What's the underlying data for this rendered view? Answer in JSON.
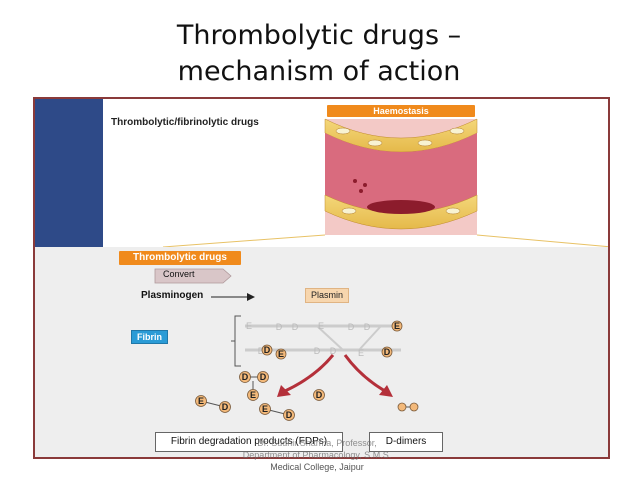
{
  "slide": {
    "title_line1": "Thrombolytic drugs –",
    "title_line2": "mechanism of action"
  },
  "figure": {
    "heading": "Thrombolytic/fibrinolytic drugs",
    "haemostasis_tag": "Haemostasis",
    "thrombolytic_tag": "Thrombolytic drugs",
    "convert_label": "Convert",
    "plasminogen_label": "Plasminogen",
    "plasmin_label": "Plasmin",
    "fibrin_label": "Fibrin",
    "fdp_label": "Fibrin degradation products (FDPs)",
    "ddimers_label": "D-dimers",
    "letter_d": "D",
    "letter_e": "E"
  },
  "footer": {
    "line1": "Dr. Sudhir Sharma, Professor,",
    "line2": "Department of Pharmacology, S.M.S.",
    "line3": "Medical College, Jaipur"
  },
  "colors": {
    "accent_orange": "#f08a1c",
    "panel_blue": "#2e4a88",
    "fibrin_blue": "#2a9bd6",
    "plasmin_peach": "#f7d6ae",
    "arrow_red": "#b4303a"
  }
}
